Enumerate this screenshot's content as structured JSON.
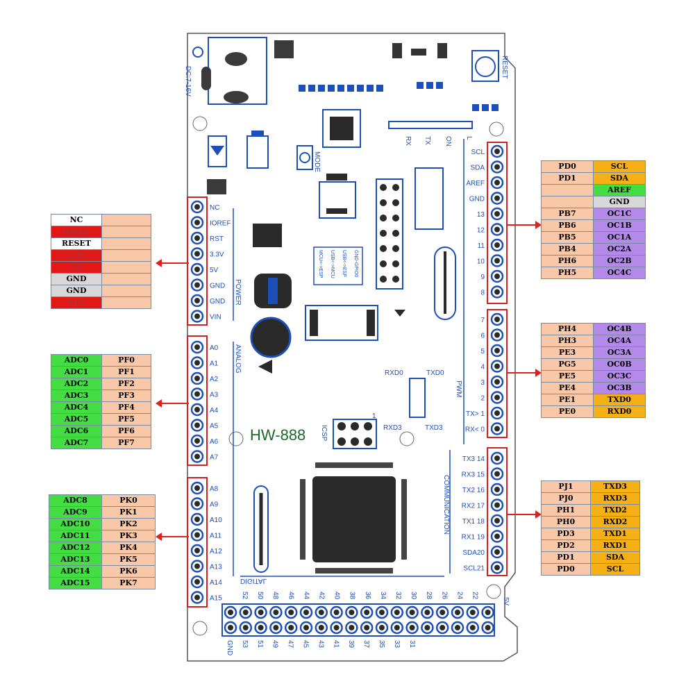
{
  "board": {
    "model": "HW-888",
    "power_jack_label": "DC:7-16V",
    "reset_label": "RESET",
    "mode_label": "MODE",
    "icsp_label": "ICSP",
    "icsp_pin1": "1",
    "switch_labels": [
      "MCU<->ESP",
      "USB<->MCU",
      "USB<->ESP",
      "GND-GPIO0"
    ],
    "led_labels": [
      "RX",
      "TX",
      "ON",
      "L"
    ],
    "section_labels": {
      "power": "POWER",
      "analog": "ANALOG",
      "digital": "DIGITAL",
      "pwm": "PWM",
      "communication": "COMMUNICATION"
    },
    "rxd0": "RXD0",
    "txd0": "TXD0",
    "rxd3": "RXD3",
    "txd3": "TXD3",
    "power_header": [
      "NC",
      "IOREF",
      "RST",
      "3.3V",
      "5V",
      "GND",
      "GND",
      "VIN"
    ],
    "analog_header_1": [
      "A0",
      "A1",
      "A2",
      "A3",
      "A4",
      "A5",
      "A6",
      "A7"
    ],
    "analog_header_2": [
      "A8",
      "A9",
      "A10",
      "A11",
      "A12",
      "A13",
      "A14",
      "A15"
    ],
    "right_header_top": [
      "SCL",
      "SDA",
      "AREF",
      "GND",
      "13",
      "12",
      "11",
      "10",
      "9",
      "8"
    ],
    "right_header_mid": [
      "7",
      "6",
      "5",
      "4",
      "3",
      "2",
      "TX> 1",
      "RX< 0"
    ],
    "right_header_comm": [
      "TX3 14",
      "RX3 15",
      "TX2 16",
      "RX2 17",
      "TX1 18",
      "RX1 19",
      "SDA20",
      "SCL21"
    ],
    "bottom_top_row": [
      "52",
      "50",
      "48",
      "46",
      "44",
      "42",
      "40",
      "38",
      "36",
      "34",
      "32",
      "30",
      "28",
      "26",
      "24",
      "22"
    ],
    "bottom_bottom_row": [
      "GND",
      "53",
      "51",
      "49",
      "47",
      "45",
      "43",
      "41",
      "39",
      "37",
      "35",
      "33",
      "31"
    ],
    "bottom_5v": "5V"
  },
  "tables": {
    "power": [
      [
        "NC",
        ""
      ],
      [
        "IOREF",
        ""
      ],
      [
        "RESET",
        ""
      ],
      [
        "3.3V",
        ""
      ],
      [
        "5V",
        ""
      ],
      [
        "GND",
        ""
      ],
      [
        "GND",
        ""
      ],
      [
        "VIN",
        ""
      ]
    ],
    "analog_1": [
      [
        "ADC0",
        "PF0"
      ],
      [
        "ADC1",
        "PF1"
      ],
      [
        "ADC2",
        "PF2"
      ],
      [
        "ADC3",
        "PF3"
      ],
      [
        "ADC4",
        "PF4"
      ],
      [
        "ADC5",
        "PF5"
      ],
      [
        "ADC6",
        "PF6"
      ],
      [
        "ADC7",
        "PF7"
      ]
    ],
    "analog_2": [
      [
        "ADC8",
        "PK0"
      ],
      [
        "ADC9",
        "PK1"
      ],
      [
        "ADC10",
        "PK2"
      ],
      [
        "ADC11",
        "PK3"
      ],
      [
        "ADC12",
        "PK4"
      ],
      [
        "ADC13",
        "PK5"
      ],
      [
        "ADC14",
        "PK6"
      ],
      [
        "ADC15",
        "PK7"
      ]
    ],
    "right_top": [
      [
        "PD0",
        "SCL"
      ],
      [
        "PD1",
        "SDA"
      ],
      [
        "",
        "AREF"
      ],
      [
        "",
        "GND"
      ],
      [
        "PB7",
        "OC1C"
      ],
      [
        "PB6",
        "OC1B"
      ],
      [
        "PB5",
        "OC1A"
      ],
      [
        "PB4",
        "OC2A"
      ],
      [
        "PH6",
        "OC2B"
      ],
      [
        "PH5",
        "OC4C"
      ]
    ],
    "right_mid": [
      [
        "PH4",
        "OC4B"
      ],
      [
        "PH3",
        "OC4A"
      ],
      [
        "PE3",
        "OC3A"
      ],
      [
        "PG5",
        "OC0B"
      ],
      [
        "PE5",
        "OC3C"
      ],
      [
        "PE4",
        "OC3B"
      ],
      [
        "PE1",
        "TXD0"
      ],
      [
        "PE0",
        "RXD0"
      ]
    ],
    "right_comm": [
      [
        "PJ1",
        "TXD3"
      ],
      [
        "PJ0",
        "RXD3"
      ],
      [
        "PH1",
        "TXD2"
      ],
      [
        "PH0",
        "RXD2"
      ],
      [
        "PD3",
        "TXD1"
      ],
      [
        "PD2",
        "RXD1"
      ],
      [
        "PD1",
        "SDA"
      ],
      [
        "PD0",
        "SCL"
      ]
    ]
  },
  "colors": {
    "peach": "#f8c8a8",
    "green": "#44dd44",
    "purple": "#b48ae8",
    "orange": "#f5b015",
    "red": "#e01818",
    "gray": "#d8d8d8",
    "white": "#ffffff",
    "board_blue": "#1d4fb8",
    "chip_dark": "#2a2a2a",
    "callout_red": "#e02020"
  }
}
